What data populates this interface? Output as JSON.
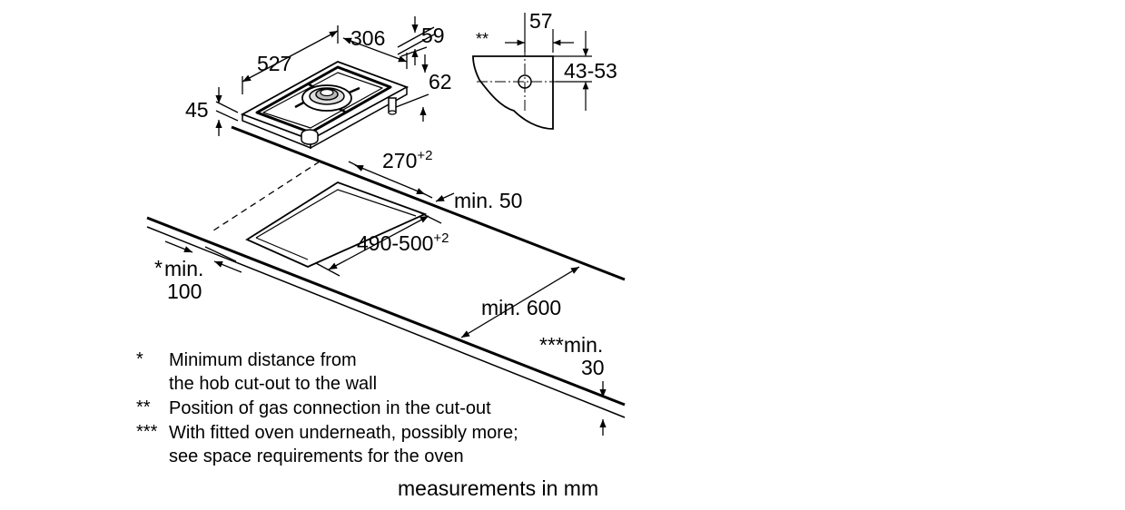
{
  "dimensions": {
    "hob_width": "527",
    "hob_depth": "306",
    "edge_59": "59",
    "side_62": "62",
    "height_45": "45",
    "gas_57": "57",
    "gas_43_53": "43-53",
    "gas_marker": "**",
    "cutout_width": "270",
    "cutout_width_tol": "+2",
    "wall_min": "min. 50",
    "cutout_depth": "490-500",
    "cutout_depth_tol": "+2",
    "front_min_star": "*",
    "front_min_label": "min.",
    "front_min_value": "100",
    "depth_min": "min. 600",
    "oven_min_label": "***min.",
    "oven_min_value": "30"
  },
  "notes": [
    {
      "marker": "*",
      "lines": [
        "Minimum distance from",
        "the hob cut-out to the wall"
      ]
    },
    {
      "marker": "**",
      "lines": [
        "Position of gas connection in the cut-out"
      ]
    },
    {
      "marker": "***",
      "lines": [
        "With fitted oven underneath, possibly more;",
        "see space requirements for the oven"
      ]
    }
  ],
  "footer": "measurements in mm"
}
